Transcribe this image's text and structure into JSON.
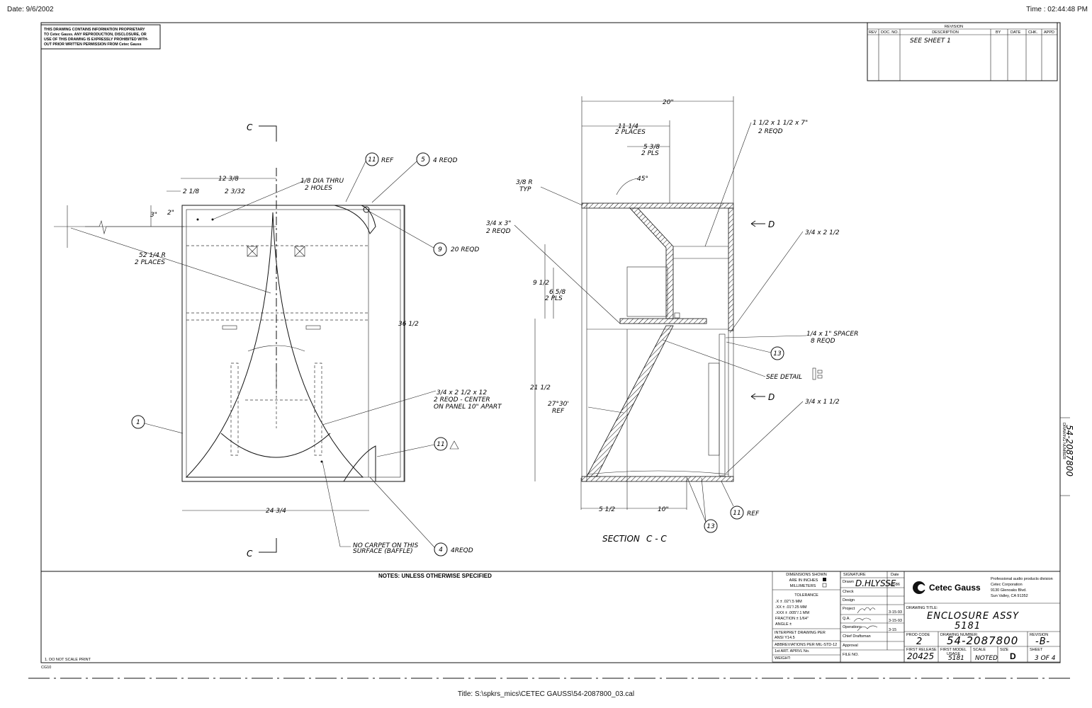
{
  "header": {
    "date": "Date: 9/6/2002",
    "time": "Time : 02:44:48 PM",
    "title": "Title: S:\\spkrs_mics\\CETEC GAUSS\\54-2087800_03.cal"
  },
  "proprietary_notice": [
    "THIS DRAWING CONTAINS INFORMATION PROPRIETARY",
    "TO Cetec Gauss. ANY REPRODUCTION, DISCLOSURE, OR",
    "USE OF THIS DRAWING IS EXPRESSLY PROHIBITED WITH-",
    "OUT PRIOR WRITTEN PERMISSION FROM Cetec Gauss"
  ],
  "revision": {
    "title": "REVISION",
    "columns": [
      "REV",
      "DOC. NO.",
      "DESCRIPTION",
      "BY",
      "DATE",
      "CHK.",
      "APPD"
    ],
    "entry": "SEE SHEET 1"
  },
  "front_view": {
    "dims": {
      "d1": "12 3/8",
      "d2": "2 1/8",
      "d3": "2 3/32",
      "d4": "3\"",
      "d5": "2\"",
      "hole": "1/8 DIA THRU",
      "hole2": "2 HOLES",
      "radius": "52 1/4 R",
      "radius2": "2 PLACES",
      "height": "36 1/2",
      "width": "24 3/4"
    },
    "callouts": {
      "c11": "11",
      "c11_text": "REF",
      "c5": "5",
      "c5_text": "4 REQD",
      "c9": "9",
      "c9_text": "20 REQD",
      "c1": "1",
      "c11b": "11",
      "c4": "4",
      "c4_text": "4REQD"
    },
    "notes": {
      "cleat": "3/4 x 2 1/2 x 12",
      "cleat2": "2 REQD - CENTER",
      "cleat3": "ON PANEL 10\" APART",
      "carpet": "NO CARPET ON THIS",
      "carpet2": "SURFACE (BAFFLE)"
    },
    "section_mark": "C"
  },
  "side_view": {
    "dims": {
      "w20": "20\"",
      "w11": "11 1/4",
      "w11b": "2 PLACES",
      "w5": "5 3/8",
      "w5b": "2 PLS",
      "angle45": "45°",
      "r38": "3/8 R",
      "r38b": "TYP",
      "p34x3": "3/4 x 3\"",
      "p34x3b": "2 REQD",
      "h9": "9 1/2",
      "h6": "6 5/8",
      "h6b": "2 PLS",
      "h21": "21 1/2",
      "ang27": "27°30'",
      "ang27b": "REF",
      "b5": "5 1/2",
      "b10": "10\""
    },
    "notes": {
      "n1": "1 1/2 x 1 1/2 x 7\"",
      "n1b": "2 REQD",
      "n2": "3/4 x 2 1/2",
      "n3": "1/4 x 1\" SPACER",
      "n3b": "8 REQD",
      "n4": "SEE DETAIL",
      "n5": "3/4 x 1 1/2"
    },
    "callouts": {
      "c13": "13",
      "c13b": "13",
      "c11": "11",
      "c11_text": "REF"
    },
    "section_label": "SECTION",
    "section_marks": "C - C"
  },
  "titleblock": {
    "notes": "NOTES: UNLESS OTHERWISE SPECIFIED",
    "note1": "1. DO NOT SCALE PRINT",
    "cg": "CG10",
    "dims_shown": "DIMENSIONS SHOWN",
    "in_inches": "ARE IN INCHES",
    "millimeters": "MILLIMETERS",
    "tolerance": "TOLERANCE",
    "tol": [
      ".X    ± .02\"/.5 MM",
      ".XX   ± .01\"/.25 MM",
      ".XXX  ± .005\"/.1 MM",
      "FRACTION ± 1/64\"",
      "ANGLE ±"
    ],
    "interpret": "INTERPRET DRAWING PER",
    "ansi": "ANSI   Y14.5",
    "abbrev": "ABBREVIATIONS PER MIL-STD-12",
    "first_art": "1st ART. APRVL No.",
    "weight": "WEIGHT:",
    "signature": "SIGNATURE",
    "date_col": "Date",
    "rows": [
      "Drawn",
      "Check",
      "Design",
      "Project",
      "Q.A.",
      "Operations",
      "Chief Draftsman",
      "Approval"
    ],
    "drawn_sig": "D.HLYSSE",
    "drawn_date": "5-8-86",
    "proj_date": "3-15-93",
    "qa_date": "3-15-93",
    "ops_date": "3-15",
    "file_no": "FILE NO.",
    "company": "Cetec Gauss",
    "division": [
      "Professional audio products division",
      "Cetec Corporation",
      "9130 Glenoaks Blvd.",
      "Sun Valley, CA 91352"
    ],
    "drawing_title_label": "DRAWING TITLE:",
    "drawing_title": "ENCLOSURE   ASSY",
    "drawing_title2": "5181",
    "prod_code_label": "PROD CODE",
    "prod_code": "2",
    "drawing_number_label": "DRAWING NUMBER:",
    "drawing_number": "54-2087800",
    "revision_label": "REVISION",
    "revision_value": "-B-",
    "first_release_label": "FIRST RELEASE",
    "first_release": "20425",
    "first_model_label": "FIRST MODEL",
    "usage_label": "USAGE",
    "first_model": "5181",
    "scale_label": "SCALE",
    "scale": "NOTED",
    "size_label": "SIZE",
    "size": "D",
    "sheet_label": "SHEET",
    "sheet": "3 OF 4",
    "side_number": "54-2087800",
    "side_label": "DRAWING NUMBER"
  }
}
